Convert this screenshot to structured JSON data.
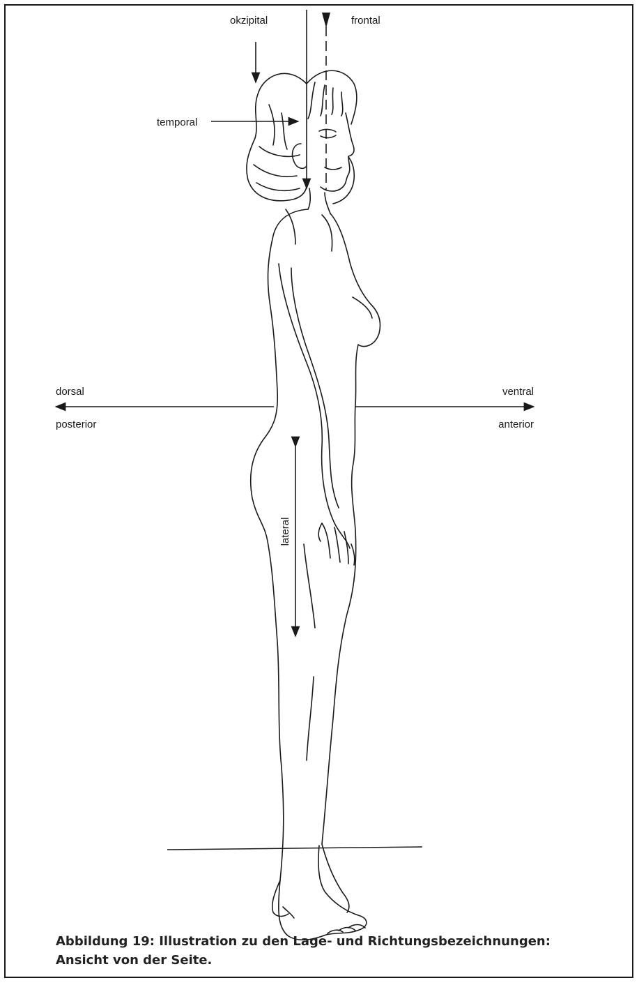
{
  "labels": {
    "okzipital": "okzipital",
    "frontal": "frontal",
    "temporal": "temporal",
    "dorsal": "dorsal",
    "posterior": "posterior",
    "ventral": "ventral",
    "anterior": "anterior",
    "lateral": "lateral"
  },
  "caption": {
    "line1": "Abbildung 19: Illustration zu den Lage- und Richtungsbezeichnungen:",
    "line2": "Ansicht von der Seite."
  },
  "colors": {
    "ink": "#1a1a1a",
    "caption": "#222222",
    "background": "#ffffff"
  }
}
